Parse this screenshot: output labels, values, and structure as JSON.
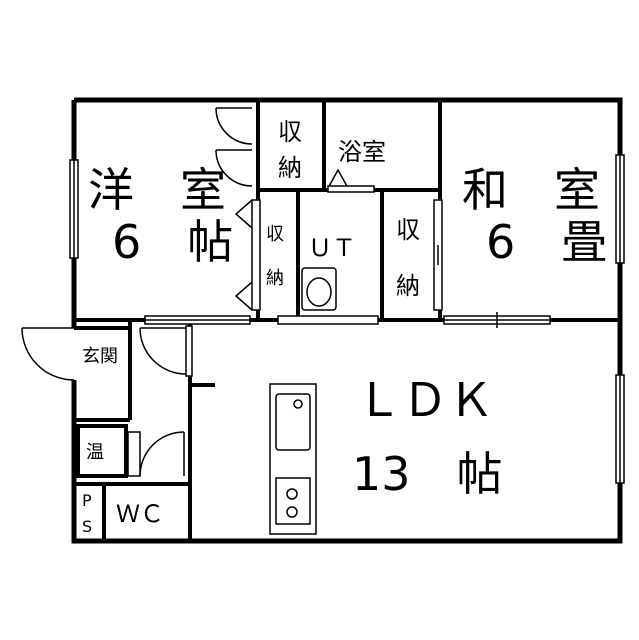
{
  "rooms": {
    "western": {
      "name": "洋　室",
      "size": "6　帖"
    },
    "closet_1": {
      "line1": "収",
      "line2": "納"
    },
    "bath": {
      "name": "浴室"
    },
    "japanese": {
      "name": "和　室",
      "size": "6　畳"
    },
    "closet_2": {
      "line1": "収",
      "line2": "納"
    },
    "utility": {
      "name": "ＵＴ"
    },
    "closet_3": {
      "line1": "収",
      "line2": "納"
    },
    "entrance": {
      "name": "玄関"
    },
    "water_heater": {
      "name": "温"
    },
    "ps": {
      "line1": "P",
      "line2": "S"
    },
    "wc": {
      "name": "ＷＣ"
    },
    "ldk": {
      "name": "ＬＤＫ",
      "size": "13　帖"
    }
  }
}
